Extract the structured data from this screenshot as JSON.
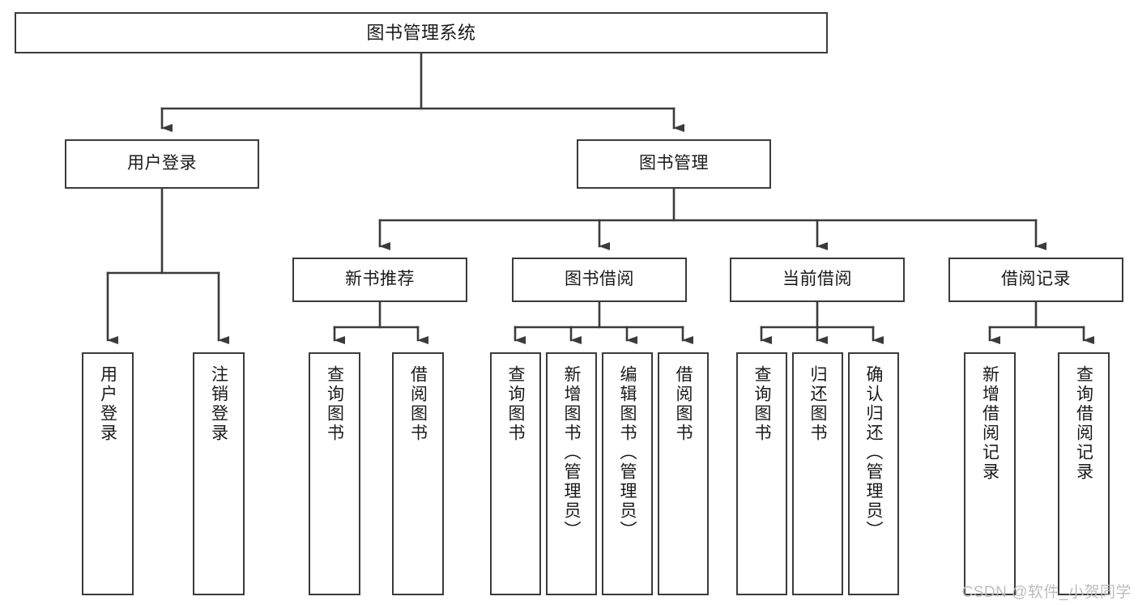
{
  "diagram": {
    "title": "图书管理系统",
    "type": "tree-hierarchy",
    "watermark": "CSDN @软件_小贺同学",
    "colors": {
      "box_border": "#3b3b3b",
      "box_fill": "#ffffff",
      "edge": "#3b3b3b",
      "text": "#1a1a1a",
      "watermark": "#bdbdbd",
      "background": "#ffffff"
    },
    "levels": {
      "level_1": "root",
      "level_2": "modules",
      "level_3": "submodules",
      "level_4": "functions"
    },
    "nodes": {
      "root": {
        "label": "图书管理系统"
      },
      "level2": [
        {
          "id": "user-login",
          "label": "用户登录"
        },
        {
          "id": "book-management",
          "label": "图书管理"
        }
      ],
      "level3": [
        {
          "id": "new-book-recommend",
          "label": "新书推荐"
        },
        {
          "id": "book-borrow",
          "label": "图书借阅"
        },
        {
          "id": "current-borrow",
          "label": "当前借阅"
        },
        {
          "id": "borrow-record",
          "label": "借阅记录"
        }
      ],
      "leaves_user_login": [
        {
          "id": "leaf-user-login",
          "label": "用户登录"
        },
        {
          "id": "leaf-user-logout",
          "label": "注销登录"
        }
      ],
      "leaves_new_book": [
        {
          "id": "leaf-query-book-1",
          "label": "查询图书"
        },
        {
          "id": "leaf-borrow-book-1",
          "label": "借阅图书"
        }
      ],
      "leaves_book_borrow": [
        {
          "id": "leaf-query-book-2",
          "label": "查询图书"
        },
        {
          "id": "leaf-add-book",
          "label": "新增图书（管理员）"
        },
        {
          "id": "leaf-edit-book",
          "label": "编辑图书（管理员）"
        },
        {
          "id": "leaf-borrow-book-2",
          "label": "借阅图书"
        }
      ],
      "leaves_current_borrow": [
        {
          "id": "leaf-query-book-3",
          "label": "查询图书"
        },
        {
          "id": "leaf-return-book",
          "label": "归还图书"
        },
        {
          "id": "leaf-confirm-return",
          "label": "确认归还（管理员）"
        }
      ],
      "leaves_borrow_record": [
        {
          "id": "leaf-add-record",
          "label": "新增借阅记录"
        },
        {
          "id": "leaf-query-record",
          "label": "查询借阅记录"
        }
      ]
    }
  }
}
